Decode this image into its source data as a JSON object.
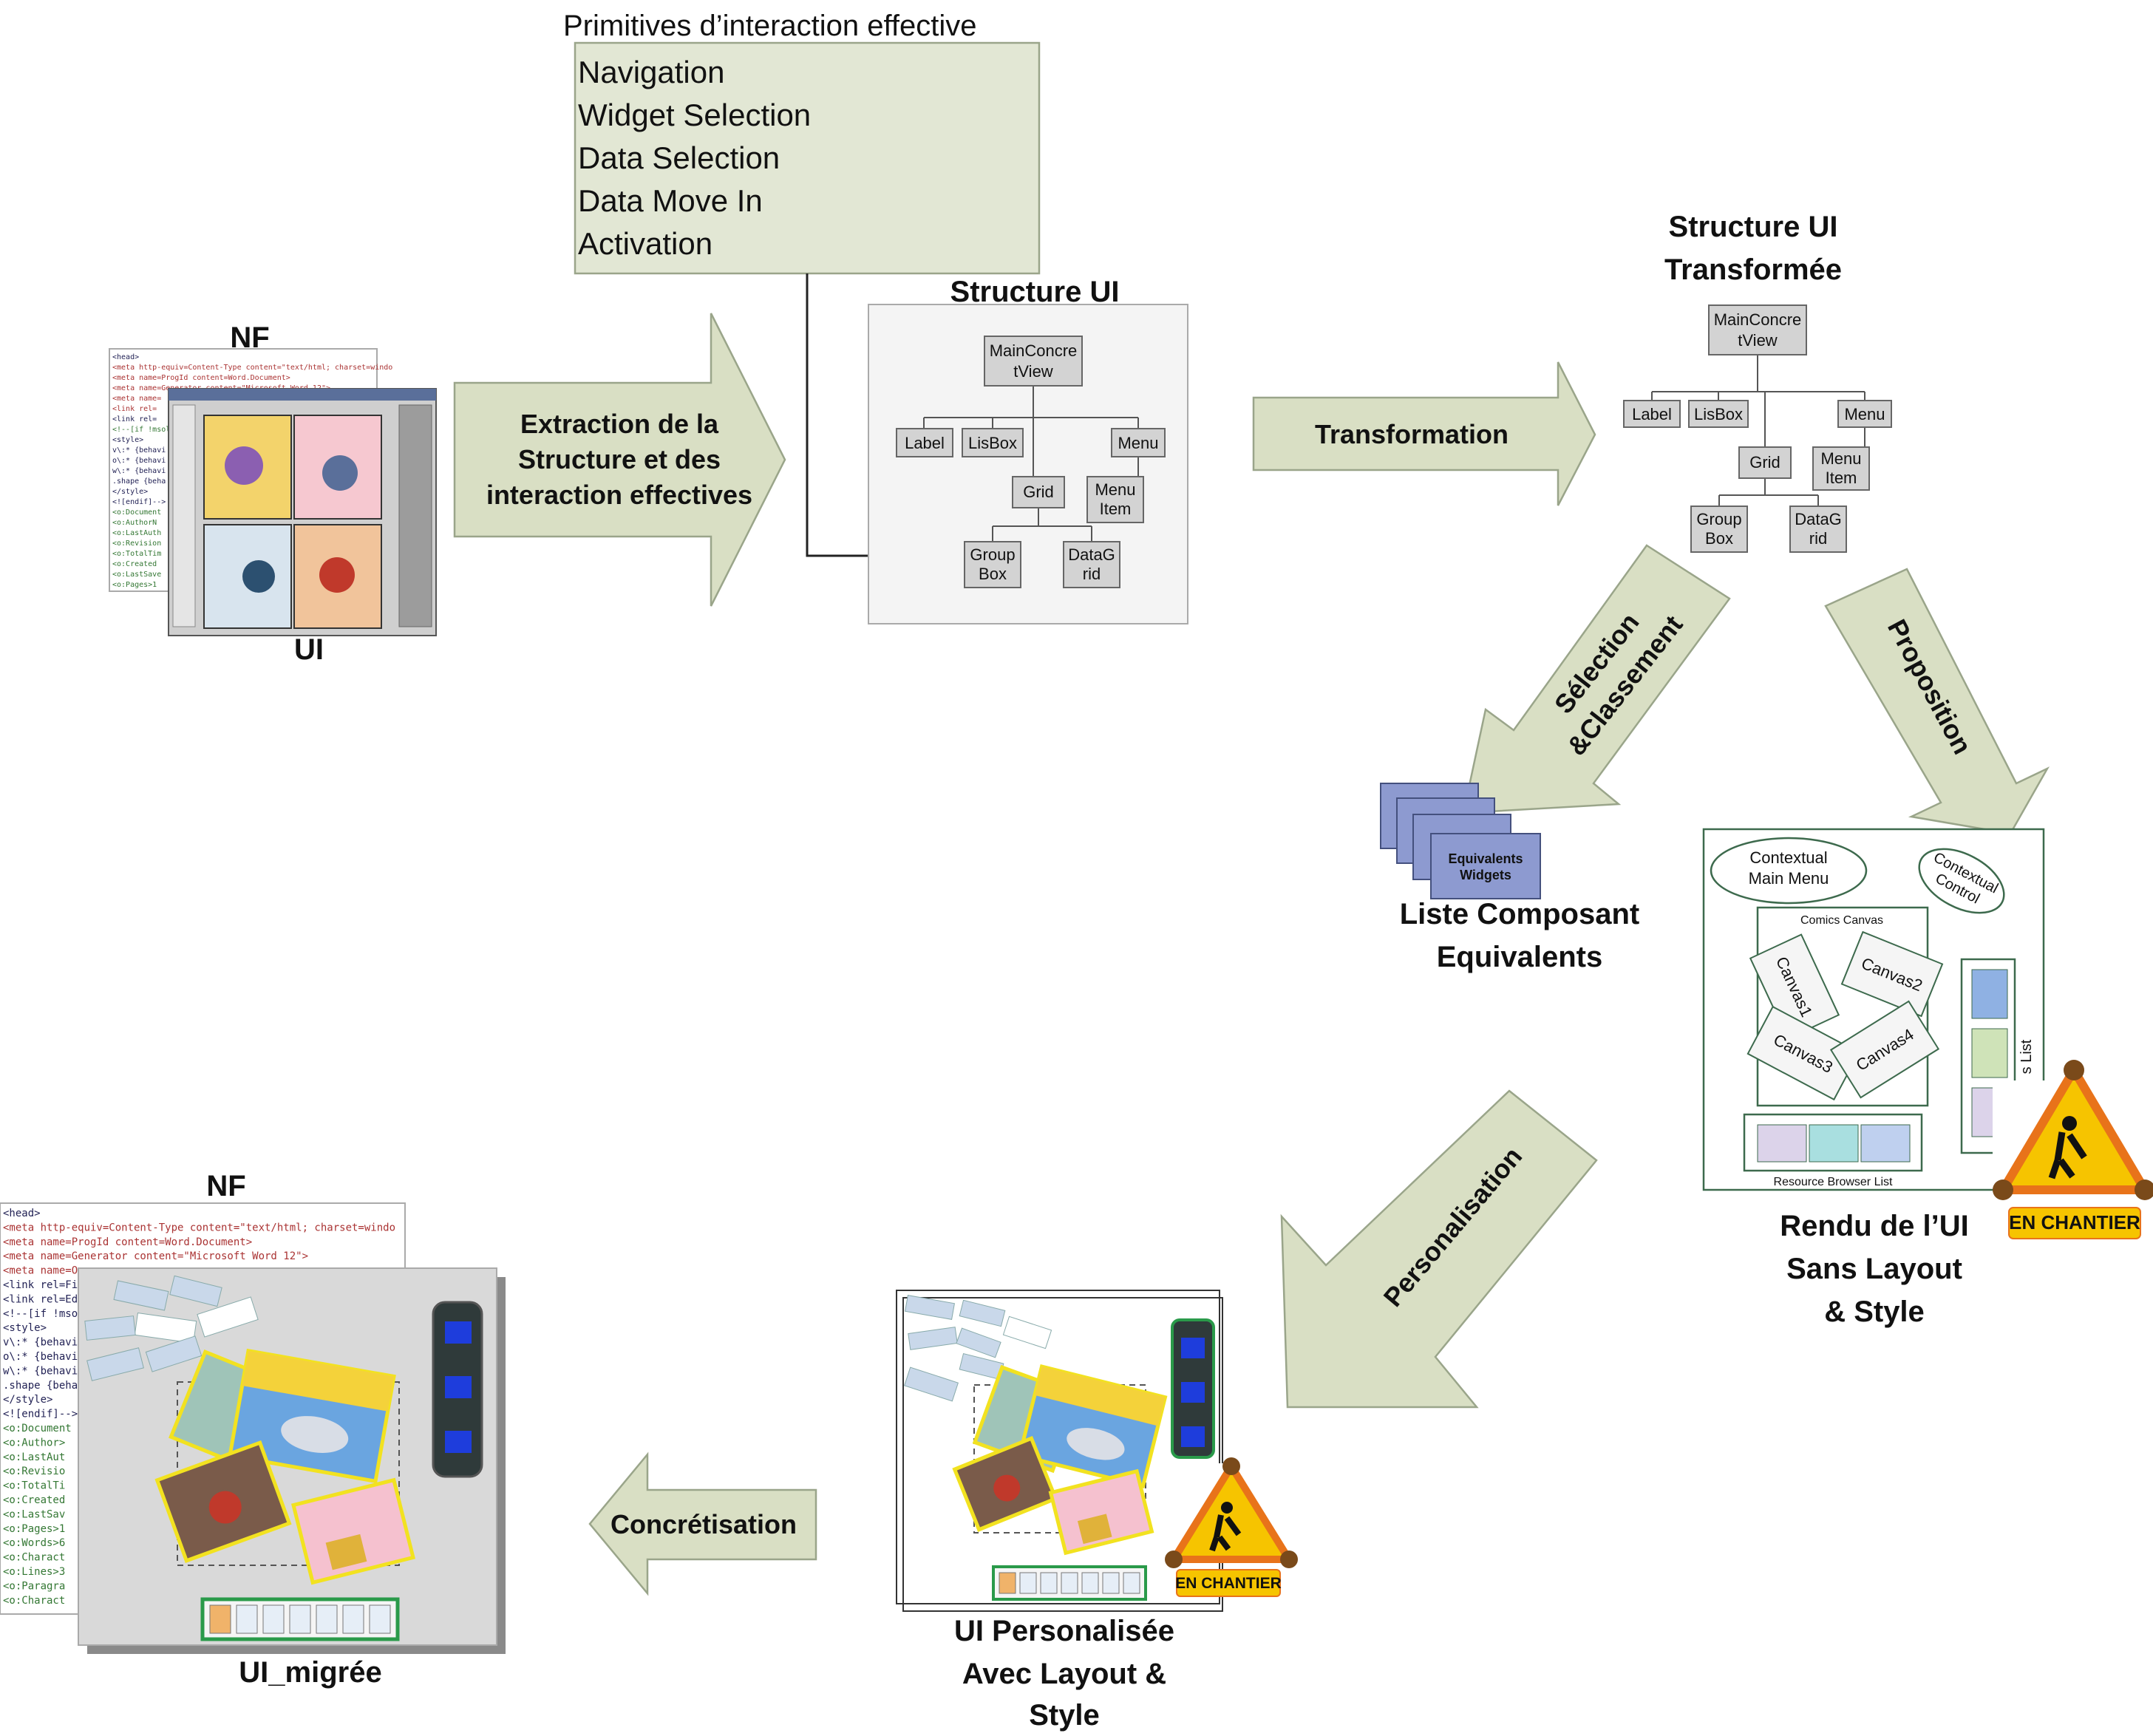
{
  "primitives": {
    "title": "Primitives d’interaction effective",
    "items": [
      "Navigation",
      "Widget Selection",
      "Data Selection",
      "Data Move In",
      "Activation"
    ]
  },
  "source": {
    "nf_label": "NF",
    "ui_label": "UI"
  },
  "structure_ui": {
    "title": "Structure UI",
    "nodes": {
      "main_line1": "MainConcre",
      "main_line2": "tView",
      "label": "Label",
      "lisbox": "LisBox",
      "menu": "Menu",
      "grid": "Grid",
      "menuitem_line1": "Menu",
      "menuitem_line2": "Item",
      "groupbox_line1": "Group",
      "groupbox_line2": "Box",
      "datagrid_line1": "DataG",
      "datagrid_line2": "rid"
    }
  },
  "structure_transformee": {
    "title_line1": "Structure UI",
    "title_line2": "Transformée"
  },
  "arrows": {
    "extraction_line1": "Extraction de la",
    "extraction_line2": "Structure et des",
    "extraction_line3": "interaction effectives",
    "transformation": "Transformation",
    "selection_line1": "Sélection",
    "selection_line2": "&Classement",
    "proposition": "Proposition",
    "personalisation": "Personalisation",
    "concretisation": "Concrétisation"
  },
  "liste": {
    "card_line1": "Equivalents",
    "card_line2": "Widgets",
    "title_line1": "Liste Composant",
    "title_line2": "Equivalents"
  },
  "rendu": {
    "contextual_menu_line1": "Contextual",
    "contextual_menu_line2": "Main Menu",
    "contextual_control_line1": "Contextual",
    "contextual_control_line2": "Control",
    "comics_canvas": "Comics Canvas",
    "canvas1": "Canvas1",
    "canvas2": "Canvas2",
    "canvas3": "Canvas3",
    "canvas4": "Canvas4",
    "s_list": "s List",
    "resource_browser": "Resource Browser List",
    "title_line1": "Rendu de l’UI",
    "title_line2": "Sans Layout",
    "title_line3": "& Style",
    "en_chantier": "EN CHANTIER"
  },
  "personalisee": {
    "title_line1": "UI Personalisée",
    "title_line2": "Avec Layout &",
    "title_line3": "Style",
    "en_chantier": "EN CHANTIER"
  },
  "migree": {
    "nf_label": "NF",
    "title": "UI_migrée",
    "code_lines": [
      "<head>",
      "<meta http-equiv=Content-Type content=\"text/html; charset=windo",
      "<meta name=ProgId content=Word.Document>",
      "<meta name=Generator content=\"Microsoft Word 12\">",
      "<meta name=O",
      "<link rel=Fi",
      "<link rel=Ed",
      "<!--[if !mso",
      "<style>",
      "v\\:* {behavi",
      "o\\:* {behavi",
      "w\\:* {behavi",
      ".shape {beha",
      "</style>",
      "<![endif]-->",
      " <o:Document",
      "  <o:Author>",
      "  <o:LastAut",
      "  <o:Revisio",
      "  <o:TotalTi",
      "  <o:Created",
      "  <o:LastSav",
      "  <o:Pages>1",
      "  <o:Words>6",
      "  <o:Charact",
      "  <o:Lines>3",
      "  <o:Paragra",
      "  <o:Charact"
    ]
  },
  "colors": {
    "arrow_fill": "#d9dfc4",
    "primitives_fill": "#e2e7d4",
    "node_fill": "#d3d3d3",
    "card_fill": "#8d9ad0",
    "warning_yellow": "#f6c400",
    "warning_orange": "#e8731a"
  }
}
